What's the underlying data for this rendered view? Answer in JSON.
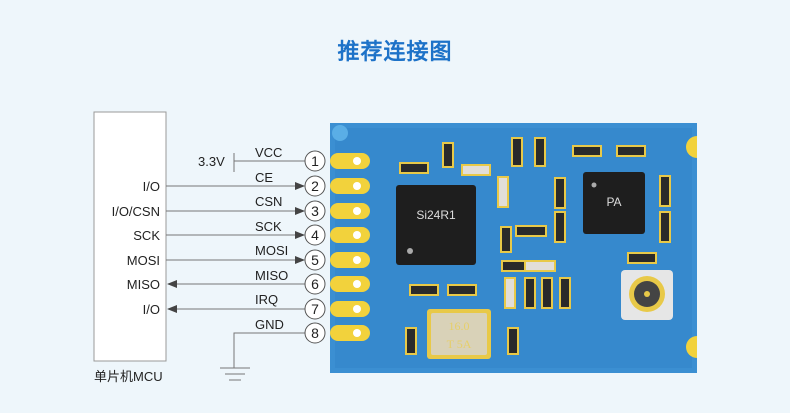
{
  "title": "推荐连接图",
  "mcu": {
    "label": "单片机MCU",
    "pins": [
      "I/O",
      "I/O/CSN",
      "SCK",
      "MOSI",
      "MISO",
      "I/O"
    ]
  },
  "supply": "3.3V",
  "module_pins": [
    {
      "num": "1",
      "name": "VCC"
    },
    {
      "num": "2",
      "name": "CE"
    },
    {
      "num": "3",
      "name": "CSN"
    },
    {
      "num": "4",
      "name": "SCK"
    },
    {
      "num": "5",
      "name": "MOSI"
    },
    {
      "num": "6",
      "name": "MISO"
    },
    {
      "num": "7",
      "name": "IRQ"
    },
    {
      "num": "8",
      "name": "GND"
    }
  ],
  "chips": {
    "main": "Si24R1",
    "pa": "PA",
    "crystal_line1": "16.0",
    "crystal_line2": "T 5A"
  },
  "colors": {
    "pcb": "#3b8fd2",
    "pad": "#f2d23c",
    "title": "#1d72c8"
  }
}
